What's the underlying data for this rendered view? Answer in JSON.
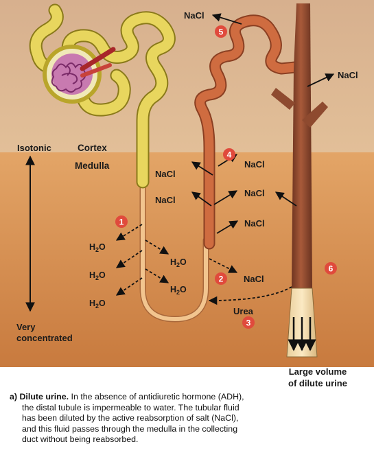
{
  "zones": {
    "cortex": "Cortex",
    "medulla": "Medulla"
  },
  "gradient": {
    "top": "Isotonic",
    "bottom_line1": "Very",
    "bottom_line2": "concentrated"
  },
  "labels": {
    "nacl_top": "NaCl",
    "nacl_right": "NaCl",
    "nacl_4_left": "NaCl",
    "nacl_4_right": "NaCl",
    "nacl_mid_left": "NaCl",
    "nacl_mid_right": "NaCl",
    "nacl_lower_right": "NaCl",
    "nacl_2": "NaCl",
    "h2o_1": "H2O",
    "h2o_2": "H2O",
    "h2o_3": "H2O",
    "h2o_4": "H2O",
    "h2o_5": "H2O",
    "urea": "Urea"
  },
  "badges": {
    "b1": "1",
    "b2": "2",
    "b3": "3",
    "b4": "4",
    "b5": "5",
    "b6": "6"
  },
  "output_label": {
    "line1": "Large volume",
    "line2": "of dilute urine"
  },
  "caption": {
    "prefix": "a)",
    "title": "Dilute urine.",
    "line1_rest": "In the absence of antidiuretic hormone (ADH),",
    "line2": "the distal tubule is impermeable to water. The tubular fluid",
    "line3": "has been diluted by the active reabsorption of salt (NaCl),",
    "line4": "and this fluid passes through the medulla in the collecting",
    "line5": "duct without being reabsorbed."
  },
  "colors": {
    "cortex_bg": "#dcb794",
    "medulla_bg": "#d08a4c",
    "proximal_tubule": "#e3d25a",
    "distal_tubule": "#c9663e",
    "collecting_duct": "#8e4a2f",
    "badge": "#e04a3c"
  }
}
